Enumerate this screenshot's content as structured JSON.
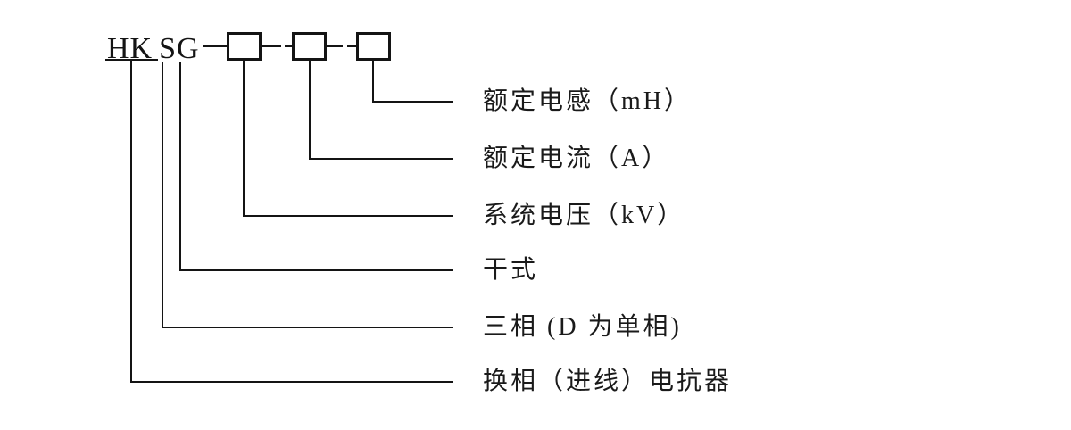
{
  "diagram": {
    "title_semantic": "reactor-model-designation-diagram",
    "ink_color": "#141414",
    "background_color": "#ffffff"
  },
  "model_code": {
    "underlined_part": "HK",
    "suffix_part": "SG"
  },
  "boxes": {
    "count": 3,
    "description": "empty value placeholder squares"
  },
  "labels": [
    {
      "id": "rated-inductance",
      "text": "额定电感（mH）"
    },
    {
      "id": "rated-current",
      "text": "额定电流（A）"
    },
    {
      "id": "system-voltage",
      "text": "系统电压（kV）"
    },
    {
      "id": "dry-type",
      "text": "干式"
    },
    {
      "id": "phase",
      "text": "三相 (D 为单相)"
    },
    {
      "id": "reactor-type",
      "text": "换相（进线）电抗器"
    }
  ]
}
